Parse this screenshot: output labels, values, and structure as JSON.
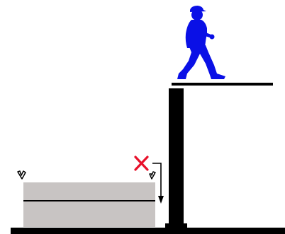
{
  "diagram": {
    "marker_symbol": "✕",
    "colors": {
      "background": "#ffffff",
      "figure": "#0a10e6",
      "structure": "#000000",
      "container_fill": "#c8c4c3",
      "marker": "#e8102a"
    },
    "elements": {
      "worker": "walking-worker-silhouette",
      "raised_platform": "platform",
      "support_column": "column",
      "container": "skip-container",
      "forbidden_marker": "red-x-icon",
      "drop_arrow": "down-arrow"
    }
  }
}
